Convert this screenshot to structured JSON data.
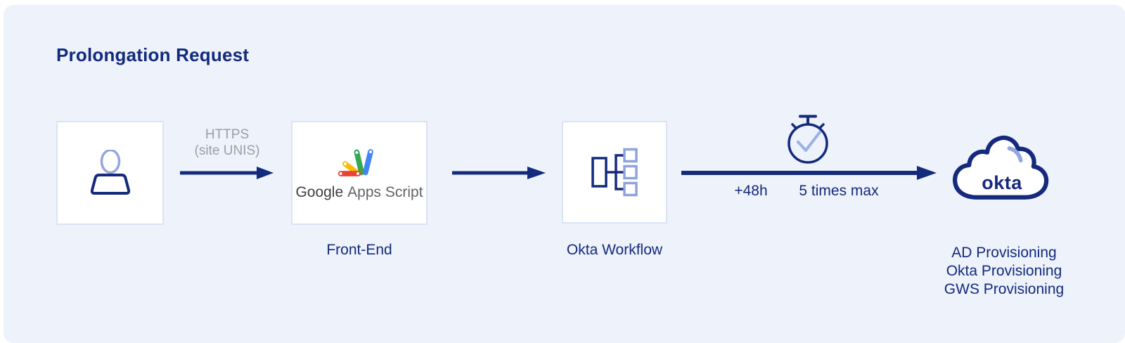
{
  "title": "Prolongation Request",
  "nodes": {
    "user": {
      "icon": "person-icon"
    },
    "frontend": {
      "label": "Front-End",
      "logo": {
        "icon": "google-apps-script-icon",
        "brand": "Google",
        "product": "Apps Script"
      }
    },
    "workflow": {
      "label": "Okta Workflow",
      "icon": "workflow-icon"
    },
    "okta": {
      "icon": "okta-cloud-icon",
      "logo_text": "okta",
      "provisioning": [
        "AD Provisioning",
        "Okta Provisioning",
        "GWS Provisioning"
      ]
    }
  },
  "arrows": {
    "user_to_frontend": {
      "label_line1": "HTTPS",
      "label_line2": "(site UNIS)"
    },
    "frontend_to_workflow": {},
    "workflow_to_okta": {
      "icon": "stopwatch-icon",
      "delay": "+48h",
      "limit": "5 times max"
    }
  },
  "colors": {
    "navy": "#132a7d",
    "accent_light_blue": "#93a7de",
    "gray_label": "#9aa0a6",
    "panel_bg": "#edf2fb",
    "box_border": "#dbe3f5",
    "google_red": "#ea4335",
    "google_yellow": "#fbbc04",
    "google_green": "#34a853",
    "google_blue": "#4285f4"
  }
}
